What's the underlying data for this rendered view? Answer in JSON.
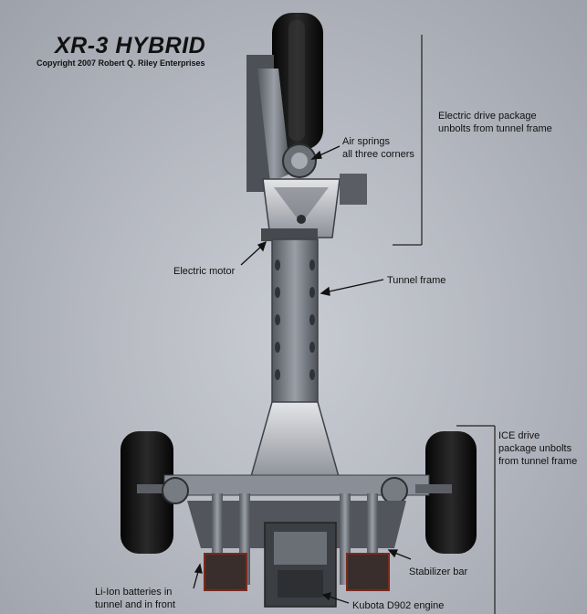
{
  "title": "XR-3 HYBRID",
  "copyright": "Copyright 2007 Robert Q. Riley Enterprises",
  "labels": {
    "electric_drive_line1": "Electric drive package",
    "electric_drive_line2": "unbolts from tunnel frame",
    "air_springs_line1": "Air springs",
    "air_springs_line2": "all three corners",
    "electric_motor": "Electric motor",
    "tunnel_frame": "Tunnel frame",
    "ice_drive_line1": "ICE drive",
    "ice_drive_line2": "package unbolts",
    "ice_drive_line3": "from tunnel frame",
    "stabilizer_bar": "Stabilizer bar",
    "batteries_line1": "Li-Ion batteries in",
    "batteries_line2": "tunnel and in front",
    "engine": "Kubota D902 engine"
  },
  "colors": {
    "background": "#b7bac2",
    "tire": "#141414",
    "frame": "#6e727a",
    "text": "#111111"
  }
}
